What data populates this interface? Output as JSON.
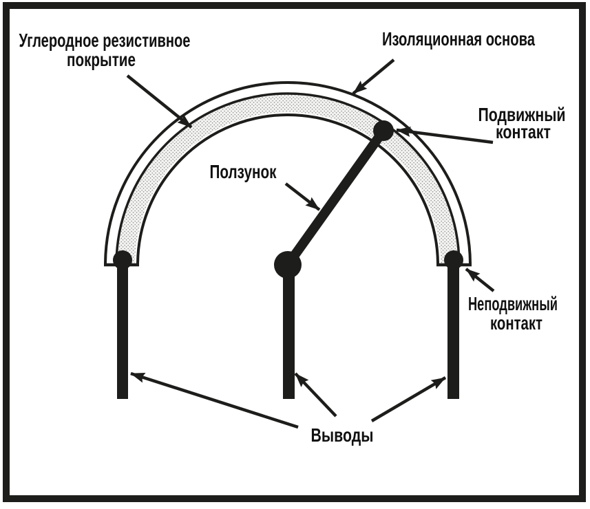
{
  "labels": {
    "carbon_coating_line1": "Углеродное резистивное",
    "carbon_coating_line2": "покрытие",
    "insulating_base": "Изоляционная основа",
    "movable_contact_line1": "Подвижный",
    "movable_contact_line2": "контакт",
    "wiper": "Ползунок",
    "fixed_contact_line1": "Неподвижный",
    "fixed_contact_line2": "контакт",
    "terminals": "Выводы"
  },
  "colors": {
    "ink": "#1d1d1b",
    "text": "#111111",
    "background": "#ffffff",
    "coating_fill": "#f3f3f1",
    "coating_dot": "#8f8f8d"
  }
}
